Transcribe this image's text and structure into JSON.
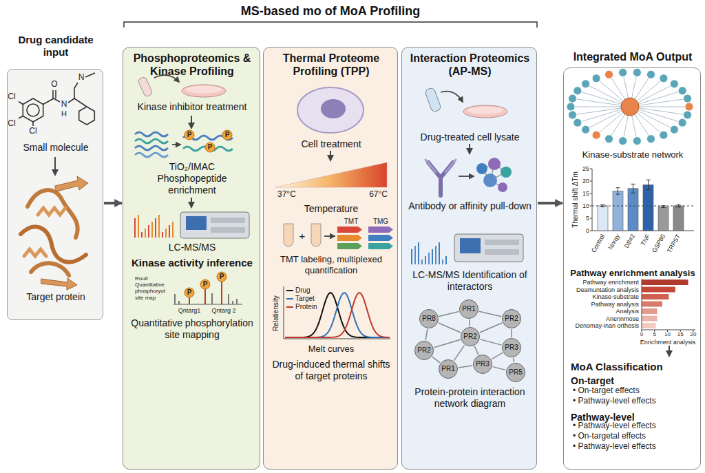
{
  "diagram": {
    "title": "MS-based mo of MoA Profiling",
    "nodes": [
      {
        "text": [
          "Drug candidate input",
          "Small molecule",
          "Target protein"
        ]
      },
      {
        "text": [
          "Phosphoproteomics & Kinase Profiling",
          "Kinase inhibitor treatment",
          "TiO₂/IMAC Phosphopeptide enrichment",
          "LC-MS/MS",
          "Kinase activity inference",
          "Quantitative phosphorylation site mapping"
        ]
      },
      {
        "text": [
          "Thermal Proteome Profiling (TPP)",
          "Cell treatment",
          "Temperature",
          "TMT labeling, multiplexed quantification",
          "Melt curves",
          "Drug-induced thermal shifts of target proteins"
        ]
      },
      {
        "text": [
          "Interaction Proteomics (AP-MS)",
          "Drug-treated cell lysate",
          "Antibody or affinity pull-down",
          "LC-MS/MS Identification of interactors",
          "Protein-protein interaction network diagram"
        ]
      },
      {
        "text": [
          "Integrated MoA Output",
          "Kinase-substrate network",
          "Pathway enrichment analysis",
          "MoA Classification",
          "On-target",
          "Pathway-level"
        ]
      },
      {
        "text": [
          "PR8"
        ],
        "in": 3
      },
      {
        "text": [
          "PR1"
        ],
        "in": 3
      },
      {
        "text": [
          "PR2"
        ],
        "in": 3
      },
      {
        "text": [
          "PR2"
        ],
        "in": 3
      },
      {
        "text": [
          "PR2"
        ],
        "in": 3
      },
      {
        "text": [
          "PR3"
        ],
        "in": 3
      },
      {
        "text": [
          "PR1"
        ],
        "in": 3
      },
      {
        "text": [
          "PR3"
        ],
        "in": 3
      },
      {
        "text": [
          "PR5"
        ],
        "in": 3
      }
    ],
    "edges": [
      {
        "from": 0,
        "to": 1,
        "arrow": "to"
      },
      {
        "from": 3,
        "to": 4,
        "arrow": "to"
      },
      {
        "from": 5,
        "to": 6,
        "arrow": "none"
      },
      {
        "from": 6,
        "to": 7,
        "arrow": "none"
      },
      {
        "from": 5,
        "to": 9,
        "arrow": "none"
      },
      {
        "from": 6,
        "to": 9,
        "arrow": "none"
      },
      {
        "from": 7,
        "to": 9,
        "arrow": "none"
      },
      {
        "from": 7,
        "to": 10,
        "arrow": "none"
      },
      {
        "from": 9,
        "to": 10,
        "arrow": "none"
      },
      {
        "from": 8,
        "to": 5,
        "arrow": "none"
      },
      {
        "from": 8,
        "to": 9,
        "arrow": "none"
      },
      {
        "from": 8,
        "to": 11,
        "arrow": "none"
      },
      {
        "from": 9,
        "to": 11,
        "arrow": "none"
      },
      {
        "from": 9,
        "to": 12,
        "arrow": "none"
      },
      {
        "from": 11,
        "to": 12,
        "arrow": "none"
      },
      {
        "from": 12,
        "to": 13,
        "arrow": "none"
      },
      {
        "from": 10,
        "to": 13,
        "arrow": "none"
      },
      {
        "from": 10,
        "to": 12,
        "arrow": "none"
      }
    ],
    "labels": [
      "Cl",
      "Cl",
      "Cl",
      "O",
      "N",
      "H",
      "N",
      "P",
      "P",
      "P",
      "Rouit Quantitative phosphoryot site map",
      "Qntarg1",
      "Qntarg 2",
      "P",
      "P",
      "P",
      "37°C",
      "67°C",
      "+",
      "TMT",
      "TMG",
      "Relatiensity",
      "0",
      "5",
      "10",
      "15",
      "20",
      "25",
      "Thermal shift ΔTm",
      "Control",
      "Nnrqy",
      "D8#2",
      "TNF",
      "GSP80",
      "TRPST",
      "Pathway enrichment",
      "Deamuntation analysis",
      "Kinase-substrate",
      "Pathway analysis",
      "Analysis",
      "Anennmose",
      "Denomay-inan orthesis",
      "0",
      "5",
      "10",
      "15",
      "20",
      "Enrichment analysis",
      "• On-target effects",
      "• Pathway-level effects",
      "• Pathway-level effects",
      "• On-targetal effects",
      "• Pathway-level effects"
    ],
    "legend": [
      {
        "text": "Drug"
      },
      {
        "text": "Target"
      },
      {
        "text": "Protein"
      }
    ]
  }
}
